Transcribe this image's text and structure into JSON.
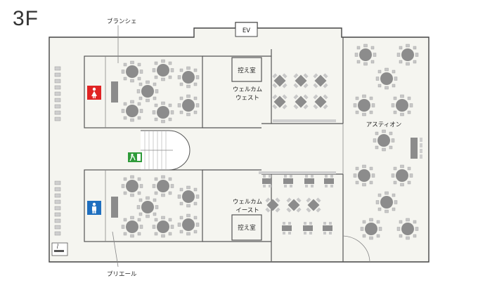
{
  "floor": "3F",
  "rooms": {
    "elevator": "EV",
    "branche": "ブランシェ",
    "priere": "プリエール",
    "waiting_room_top": "控え室",
    "waiting_room_bottom": "控え室",
    "welcome_west_line1": "ウェルカム",
    "welcome_west_line2": "ウェスト",
    "welcome_east_line1": "ウェルカム",
    "welcome_east_line2": "イースト",
    "astion": "アスティオン"
  },
  "colors": {
    "restroom_women": "#e02424",
    "restroom_men": "#1f6fbf",
    "emergency_exit": "#2f9b3a",
    "floor_fill": "#f5f5f0",
    "table_fill": "#8c8c8c"
  },
  "icons": {
    "restroom_women": "woman-icon",
    "restroom_men": "man-icon",
    "emergency_exit": "emergency-exit-icon",
    "smoking": "smoking-icon"
  }
}
